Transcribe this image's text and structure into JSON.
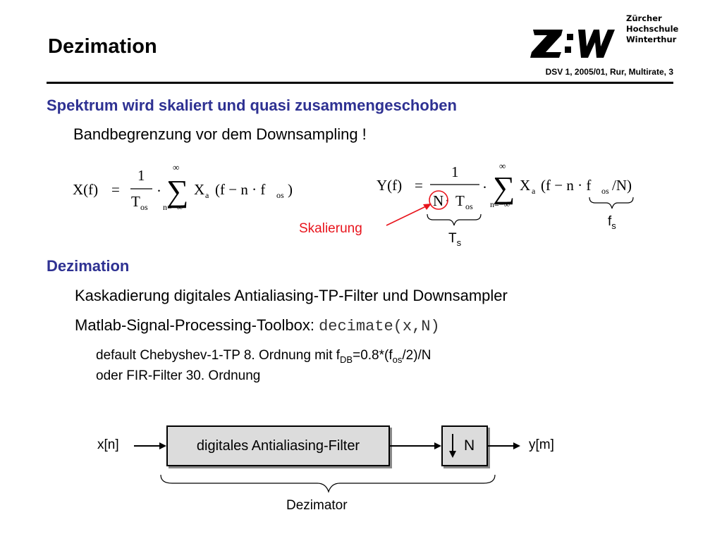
{
  "header": {
    "title": "Dezimation",
    "slide_ref": "DSV 1, 2005/01, Rur, Multirate, 3",
    "logo": {
      "mark": "Z:W",
      "lines": [
        "Zürcher",
        "Hochschule",
        "Winterthur"
      ]
    }
  },
  "section1": {
    "heading": "Spektrum wird skaliert und quasi zusammengeschoben",
    "subline": "Bandbegrenzung vor dem Downsampling !"
  },
  "formula_x": {
    "lhs": "X(f)",
    "eq": "=",
    "num": "1",
    "den_T": "T",
    "den_sub": "os",
    "dot": "·",
    "sum_top": "∞",
    "sum_sym": "∑",
    "sum_bottom": "n=−∞",
    "X": "X",
    "X_sub": "a",
    "arg_open": "(f − n · f",
    "arg_sub": "os",
    "arg_close": ")"
  },
  "formula_y": {
    "lhs": "Y(f)",
    "eq": "=",
    "num": "1",
    "den_N": "N",
    "den_dot": "·",
    "den_T": "T",
    "den_sub": "os",
    "dot": "·",
    "sum_top": "∞",
    "sum_sym": "∑",
    "sum_bottom": "n=−∞",
    "X": "X",
    "X_sub": "a",
    "arg_open": "(f − n · f",
    "arg_sub": "os",
    "arg_close": "/N)"
  },
  "annotations": {
    "skalierung": "Skalierung",
    "ts_main": "T",
    "ts_sub": "s",
    "fs_main": "f",
    "fs_sub": "s"
  },
  "section2": {
    "heading": "Dezimation",
    "line1": "Kaskadierung digitales Antialiasing-TP-Filter und Downsampler",
    "line2_text": "Matlab-Signal-Processing-Toolbox: ",
    "line2_code": "decimate(x,N)",
    "detail1_pre": "default Chebyshev-1-TP 8. Ordnung mit f",
    "detail1_sub1": "DB",
    "detail1_mid": "=0.8*(f",
    "detail1_sub2": "os",
    "detail1_post": "/2)/N",
    "detail2": "oder FIR-Filter 30. Ordnung"
  },
  "diagram": {
    "input": "x[n]",
    "filter": "digitales Antialiasing-Filter",
    "downsampler": "N",
    "output": "y[m]",
    "brace_label": "Dezimator"
  },
  "colors": {
    "heading": "#2e3192",
    "accent_red": "#e8141c",
    "box_fill": "#dcdcdc",
    "shadow": "#8a8a8a"
  }
}
